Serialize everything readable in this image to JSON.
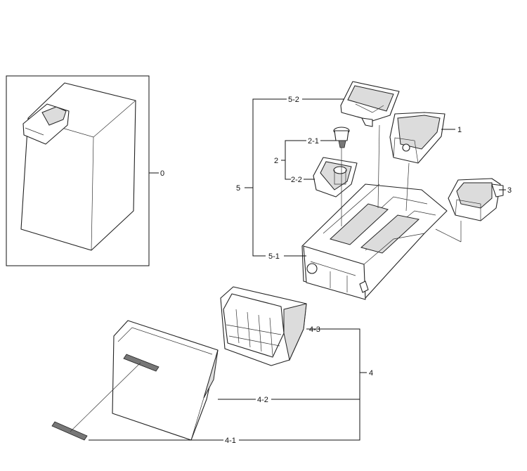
{
  "labels": {
    "l0": "0",
    "l1": "1",
    "l2": "2",
    "l2_1": "2-1",
    "l2_2": "2-2",
    "l3": "3",
    "l4": "4",
    "l4_1": "4-1",
    "l4_2": "4-2",
    "l4_3": "4-3",
    "l5": "5",
    "l5_1": "5-1",
    "l5_2": "5-2"
  }
}
